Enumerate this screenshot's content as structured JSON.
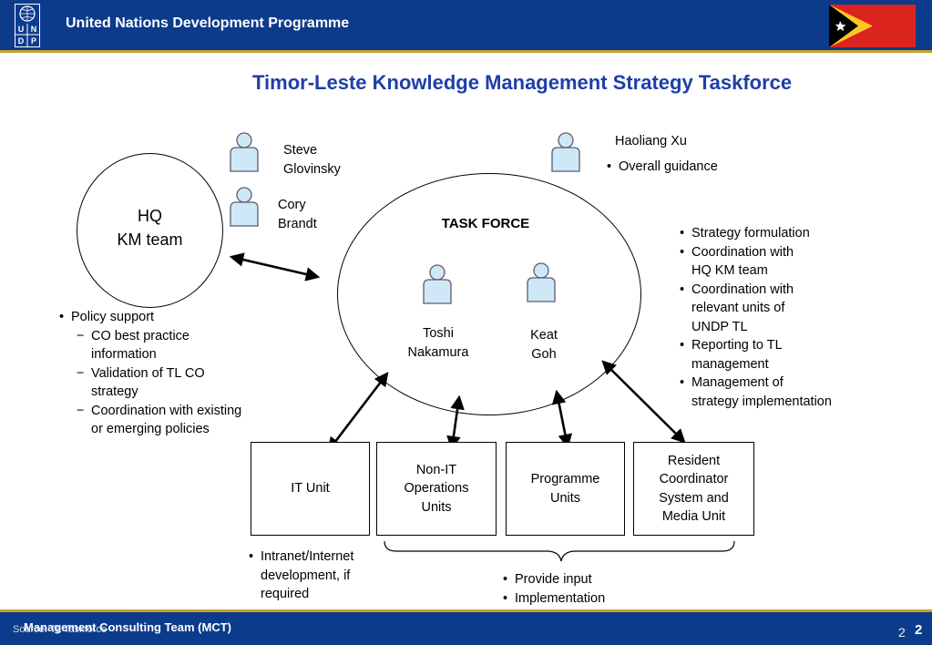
{
  "header": {
    "org_name": "United Nations Development Programme",
    "logo_letters": [
      "U",
      "N",
      "D",
      "P"
    ]
  },
  "slide": {
    "title": "Timor-Leste Knowledge Management Strategy Taskforce"
  },
  "people": {
    "steve": "Steve\nGlovinsky",
    "cory": "Cory\nBrandt",
    "haoliang": "Haoliang Xu",
    "toshi": "Toshi\nNakamura",
    "keat": "Keat\nGoh"
  },
  "haoliang_bullets": [
    "Overall guidance"
  ],
  "hq": {
    "label": "HQ\nKM team"
  },
  "task_force": {
    "label": "TASK FORCE"
  },
  "policy": {
    "bullet": "Policy support",
    "sub_items": [
      "CO best  practice\ninformation",
      "Validation of TL CO\nstrategy",
      "Coordination with existing\nor emerging policies"
    ]
  },
  "strategy_bullets": [
    "Strategy formulation",
    "Coordination with\nHQ KM team",
    "Coordination with\nrelevant units of\nUNDP TL",
    "Reporting to TL\nmanagement",
    "Management of\nstrategy implementation"
  ],
  "units": [
    {
      "label": "IT Unit"
    },
    {
      "label": "Non-IT\nOperations\nUnits"
    },
    {
      "label": "Programme\nUnits"
    },
    {
      "label": "Resident\nCoordinator\nSystem and\nMedia Unit"
    }
  ],
  "it_bullets": [
    "Intranet/Internet\ndevelopment, if\nrequired"
  ],
  "input_bullets": [
    "Provide input",
    "Implementation"
  ],
  "footer": {
    "source": "Source: TL Taskforce",
    "team": "Management Consulting Team (MCT)",
    "page_small": "2",
    "page_large": "2"
  },
  "colors": {
    "header_bg": "#0d3b8c",
    "gold_rule": "#c9a227",
    "title_blue": "#1f3ea8",
    "person_fill": "#cfe8f7",
    "person_stroke": "#5a5a6e"
  },
  "icons": [
    "un-logo-icon",
    "timor-leste-flag-icon",
    "person-icon",
    "double-arrow-icon",
    "curly-brace-icon"
  ]
}
